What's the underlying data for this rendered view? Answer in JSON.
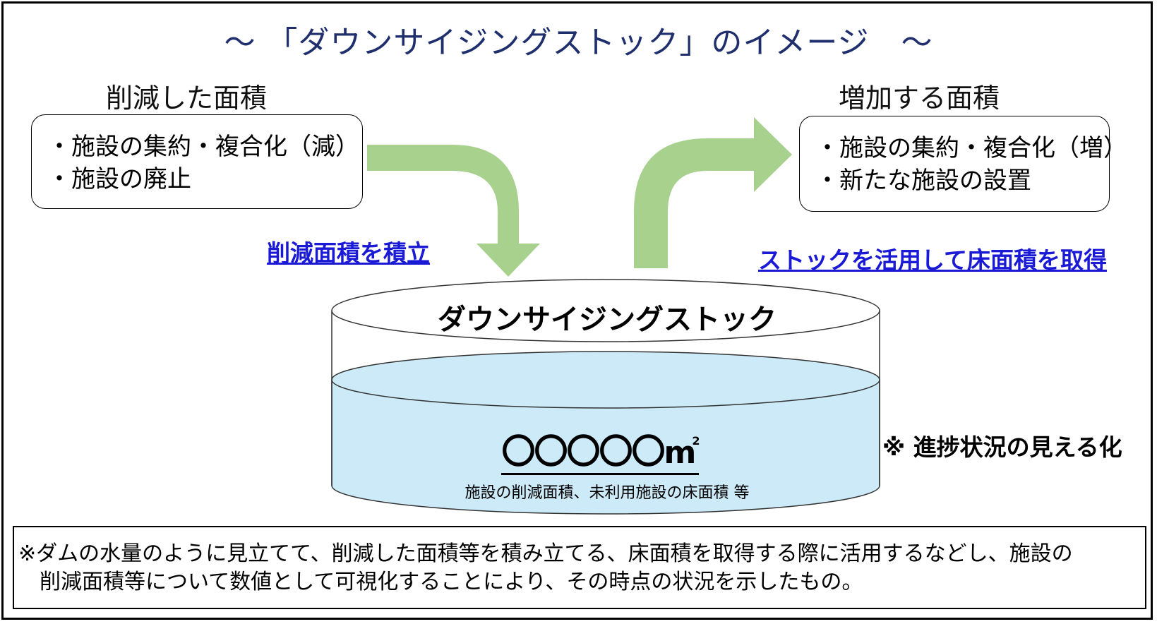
{
  "title": "～ 「ダウンサイジングストック」のイメージ　～",
  "left": {
    "heading": "削減した面積",
    "items": [
      "・施設の集約・複合化（減）",
      "・施設の廃止"
    ],
    "link": "削減面積を積立"
  },
  "right": {
    "heading": "増加する面積",
    "items": [
      "・施設の集約・複合化（増）",
      "・新たな施設の設置"
    ],
    "link": "ストックを活用して床面積を取得"
  },
  "tank": {
    "label": "ダウンサイジングストック",
    "value": "〇〇〇〇〇",
    "unit": "m",
    "unit_sup": "2",
    "caption": "施設の削減面積、未利用施設の床面積 等"
  },
  "side_note": "※ 進捗状況の見える化",
  "footnote": {
    "line1": "※ダムの水量のように見立てて、削減した面積等を積み立てる、床面積を取得する際に活用するなどし、施設の",
    "line2": "削減面積等について数値として可視化することにより、その時点の状況を示したもの。"
  },
  "colors": {
    "title": "#1f2f6e",
    "arrow": "#a9d18e",
    "water": "#cdeaf9",
    "link": "#1a1ad6"
  }
}
